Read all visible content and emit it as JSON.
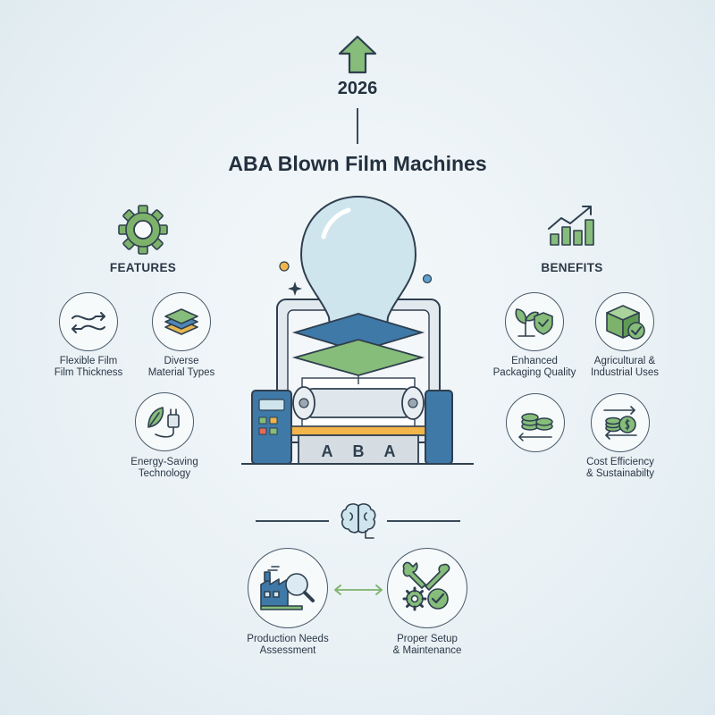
{
  "year": "2026",
  "title": "ABA Blown Film Machines",
  "machine_label": [
    "A",
    "B",
    "A"
  ],
  "features": {
    "heading": "FEATURES",
    "items": [
      {
        "line1": "Flexible Film",
        "line2": "Film Thickness",
        "icon": "flow-arrows-icon"
      },
      {
        "line1": "Diverse",
        "line2": "Material Types",
        "icon": "layers-icon"
      },
      {
        "line1": "Energy-Saving",
        "line2": "Technology",
        "icon": "leaf-plug-icon"
      }
    ]
  },
  "benefits": {
    "heading": "BENEFITS",
    "items": [
      {
        "line1": "Enhanced",
        "line2": "Packaging Quality",
        "icon": "plant-shield-icon"
      },
      {
        "line1": "Agricultural &",
        "line2": "Industrial Uses",
        "icon": "box-check-icon"
      },
      {
        "line1": "",
        "line2": "",
        "icon": "coin-stack-icon"
      },
      {
        "line1": "Cost Efficiency",
        "line2": "& Sustainabilty",
        "icon": "coin-exchange-icon"
      }
    ]
  },
  "bottom": {
    "items": [
      {
        "line1": "Production Needs",
        "line2": "Assessment",
        "icon": "factory-search-icon"
      },
      {
        "line1": "Proper Setup",
        "line2": "& Maintenance",
        "icon": "tools-gear-icon"
      }
    ]
  },
  "colors": {
    "green": "#7db26b",
    "blue": "#3f79a8",
    "outline": "#2f3f4f",
    "bulb": "#cfe5ee"
  }
}
